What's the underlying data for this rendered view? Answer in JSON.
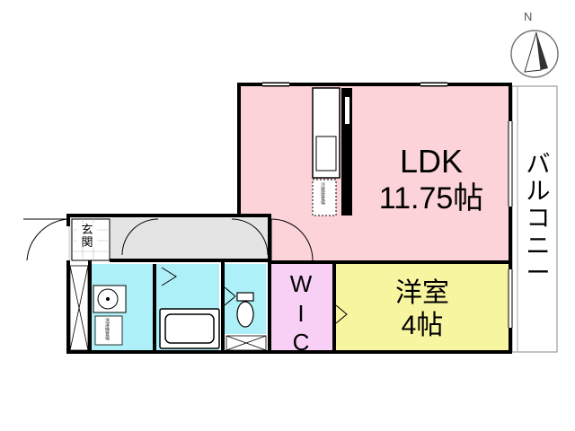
{
  "compass": {
    "label": "N"
  },
  "rooms": {
    "ldk": {
      "name": "LDK",
      "size": "11.75帖",
      "color": "#fbd3d8"
    },
    "yoshitsu": {
      "name": "洋室",
      "size": "4帖",
      "color": "#f8f5a0"
    },
    "wic": {
      "letters": [
        "W",
        "I",
        "C"
      ],
      "color": "#f8d0f6"
    },
    "genkan": {
      "letters": [
        "玄",
        "関"
      ]
    },
    "balcony": {
      "letters": [
        "バ",
        "ル",
        "コ",
        "ニ",
        "ー"
      ]
    },
    "wet_area_color": "#aef0f8",
    "corridor_color": "#e4e4e4"
  },
  "small_labels": {
    "kitchen_appliance": "冷蔵庫置場",
    "washer_space": "洗濯機置場"
  }
}
